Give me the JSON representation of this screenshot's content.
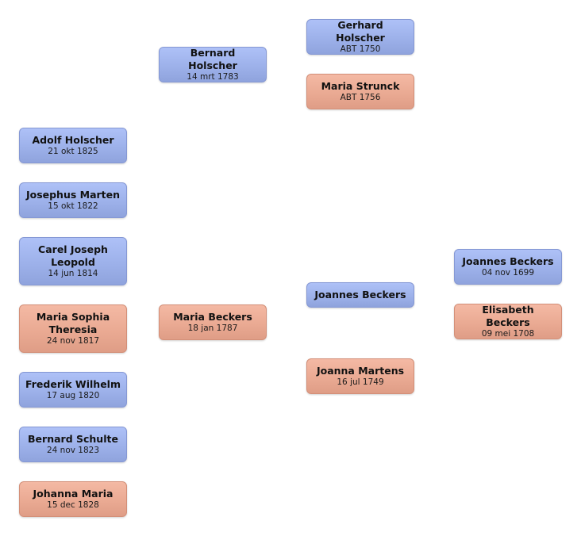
{
  "persons": {
    "gerhard_holscher": {
      "name": "Gerhard Holscher",
      "date": "ABT 1750",
      "sex": "male"
    },
    "maria_strunck": {
      "name": "Maria Strunck",
      "date": "ABT 1756",
      "sex": "female"
    },
    "bernard_holscher": {
      "name": "Bernard Holscher",
      "date": "14 mrt 1783",
      "sex": "male"
    },
    "adolf_holscher": {
      "name": "Adolf Holscher",
      "date": "21 okt 1825",
      "sex": "male"
    },
    "josephus_marten": {
      "name": "Josephus Marten",
      "date": "15 okt 1822",
      "sex": "male"
    },
    "carel_joseph_leopold": {
      "name": "Carel Joseph Leopold",
      "date": "14 jun 1814",
      "sex": "male"
    },
    "maria_sophia_theresia": {
      "name": "Maria Sophia Theresia",
      "date": "24 nov 1817",
      "sex": "female"
    },
    "frederik_wilhelm": {
      "name": "Frederik Wilhelm",
      "date": "17 aug 1820",
      "sex": "male"
    },
    "bernard_schulte": {
      "name": "Bernard Schulte",
      "date": "24 nov 1823",
      "sex": "male"
    },
    "johanna_maria": {
      "name": "Johanna Maria",
      "date": "15 dec 1828",
      "sex": "female"
    },
    "maria_beckers": {
      "name": "Maria Beckers",
      "date": "18 jan 1787",
      "sex": "female"
    },
    "joannes_beckers_son": {
      "name": "Joannes Beckers",
      "date": "",
      "sex": "male"
    },
    "joanna_martens": {
      "name": "Joanna Martens",
      "date": "16 jul 1749",
      "sex": "female"
    },
    "joannes_beckers_sr": {
      "name": "Joannes Beckers",
      "date": "04 nov 1699",
      "sex": "male"
    },
    "elisabeth_beckers": {
      "name": "Elisabeth Beckers",
      "date": "09 mei 1708",
      "sex": "female"
    }
  },
  "colors": {
    "male": "#9db1ea",
    "female": "#eaaa93"
  }
}
